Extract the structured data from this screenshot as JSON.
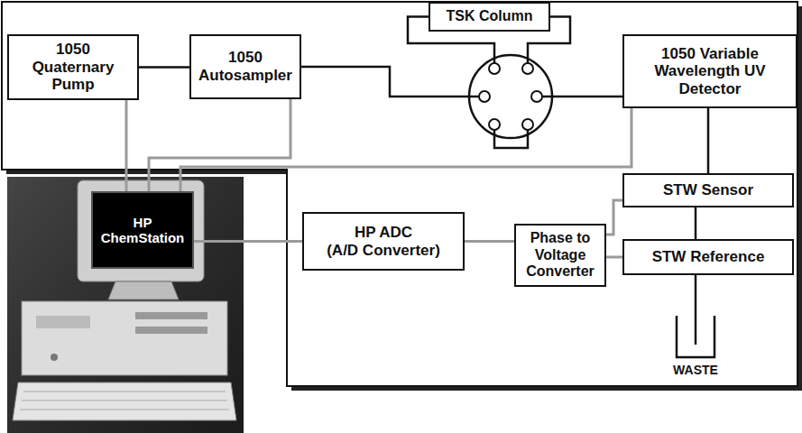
{
  "diagram": {
    "nodes": [
      {
        "text": [
          "1050 Quaternary Pump"
        ]
      },
      {
        "text": [
          "1050 Autosampler"
        ]
      },
      {
        "text": [
          "TSK Column"
        ]
      },
      {
        "text": [
          "1050 Variable Wavelength UV Detector"
        ]
      },
      {
        "text": [
          "STW Sensor"
        ]
      },
      {
        "text": [
          "HP ChemStation"
        ]
      },
      {
        "text": [
          "HP ADC",
          "(A/D Converter)"
        ]
      },
      {
        "text": [
          "Phase to Voltage Converter"
        ]
      },
      {
        "text": [
          "STW Reference"
        ]
      }
    ],
    "edges": [
      {
        "from": 0,
        "to": 1,
        "arrow": "none"
      },
      {
        "from": 1,
        "to": 2,
        "arrow": "none"
      },
      {
        "from": 2,
        "to": 3,
        "arrow": "none"
      },
      {
        "from": 3,
        "to": 4,
        "arrow": "none"
      },
      {
        "from": 4,
        "to": 8,
        "arrow": "none"
      },
      {
        "from": 4,
        "to": 7,
        "arrow": "none"
      },
      {
        "from": 8,
        "to": 7,
        "arrow": "none"
      },
      {
        "from": 7,
        "to": 6,
        "arrow": "none"
      },
      {
        "from": 6,
        "to": 5,
        "arrow": "none"
      },
      {
        "from": 0,
        "to": 5,
        "arrow": "none"
      },
      {
        "from": 1,
        "to": 5,
        "arrow": "none"
      },
      {
        "from": 3,
        "to": 5,
        "arrow": "none"
      }
    ],
    "labels": [
      "WASTE"
    ]
  }
}
